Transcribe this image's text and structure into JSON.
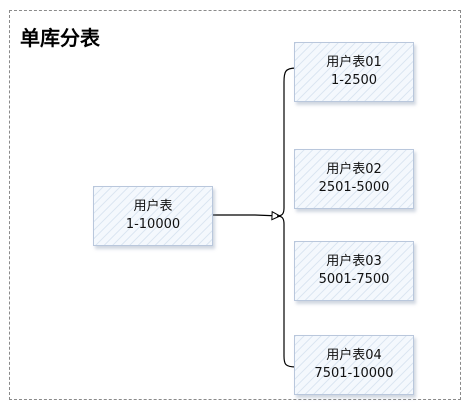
{
  "title": "单库分表",
  "source": {
    "name": "用户表",
    "range": "1-10000"
  },
  "tables": [
    {
      "name": "用户表01",
      "range": "1-2500"
    },
    {
      "name": "用户表02",
      "range": "2501-5000"
    },
    {
      "name": "用户表03",
      "range": "5001-7500"
    },
    {
      "name": "用户表04",
      "range": "7501-10000"
    }
  ]
}
